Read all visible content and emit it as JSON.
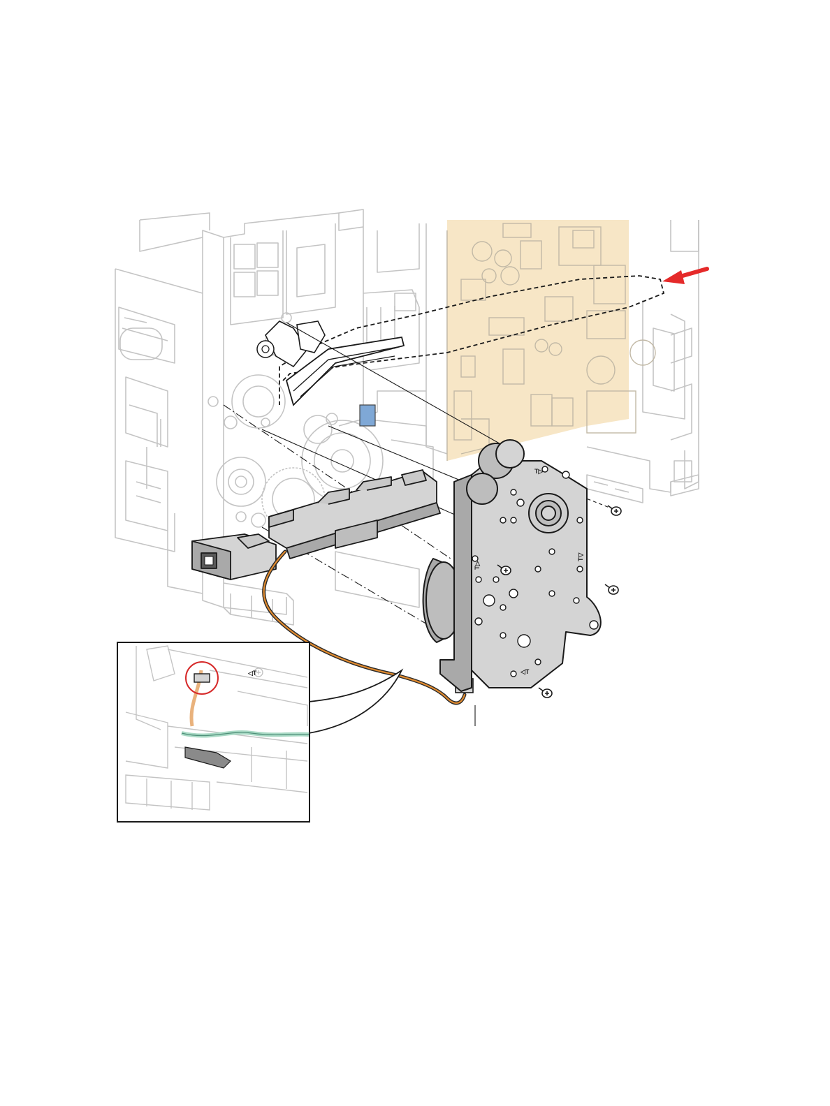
{
  "figure": {
    "markings": {
      "t_top": "T▷",
      "t_left": "T▷",
      "t_right": "T▽",
      "t_bottom": "◁T",
      "t_inset": "◁T"
    },
    "colors": {
      "outline": "#1a1a1a",
      "faded_line": "#c8c8c8",
      "board": "#f7e6c6",
      "part_fill": "#d4d4d4",
      "part_dark": "#a9a9a9",
      "arrow": "#e52a2a",
      "harness_outer": "#2a2a2a",
      "harness_inner": "#e08a2e",
      "cable_green": "#a8d9c4",
      "highlight_circle": "#d62a2a",
      "solenoid": "#7fa8d6"
    },
    "icons": [
      "arrow-icon",
      "screw-icon",
      "connector-icon"
    ]
  }
}
